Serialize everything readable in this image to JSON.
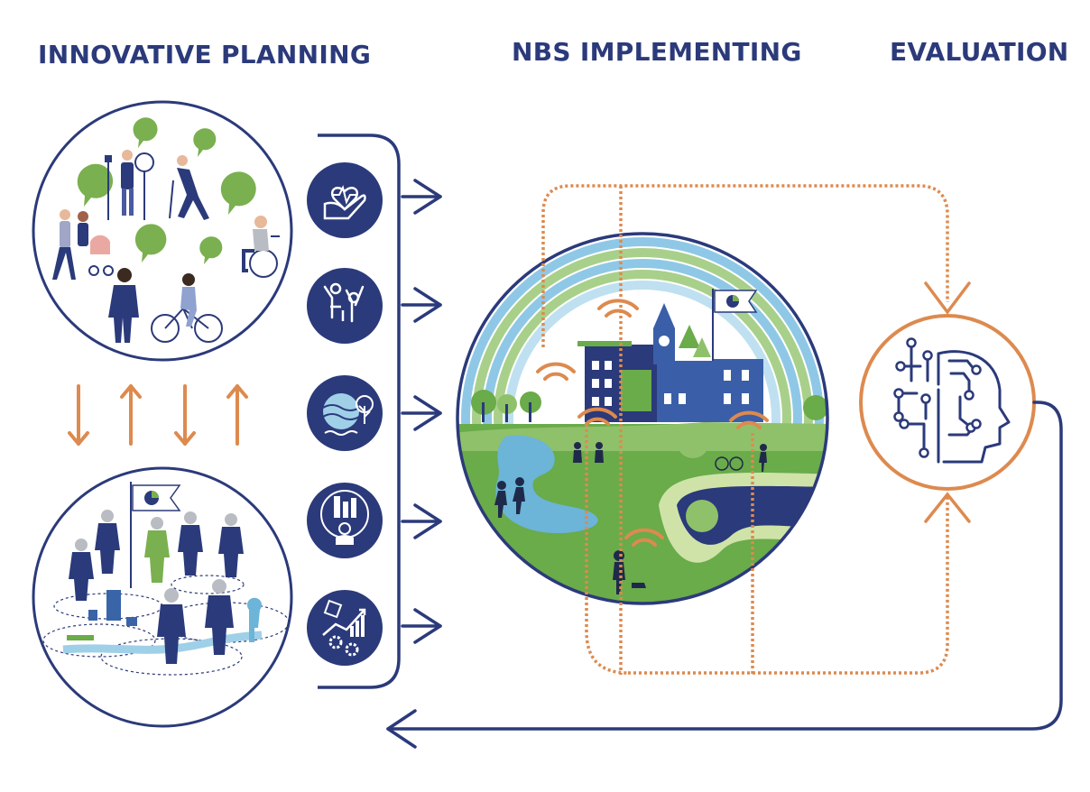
{
  "headings": {
    "planning": "INNOVATIVE PLANNING",
    "implementing": "NBS IMPLEMENTING",
    "evaluation": "EVALUATION"
  },
  "benefit_icons": [
    "health-hand-heart-icon",
    "community-people-icon",
    "climate-wind-tree-icon",
    "urban-worker-city-icon",
    "economy-growth-gears-icon"
  ],
  "colors": {
    "navy": "#2b3a7a",
    "orange": "#dd8a4f",
    "green": "#6aab4a",
    "light_green": "#8fc16a",
    "light_blue": "#9fd0e8",
    "sky_blue": "#6cb4d8",
    "gray": "#b9bcc2"
  }
}
